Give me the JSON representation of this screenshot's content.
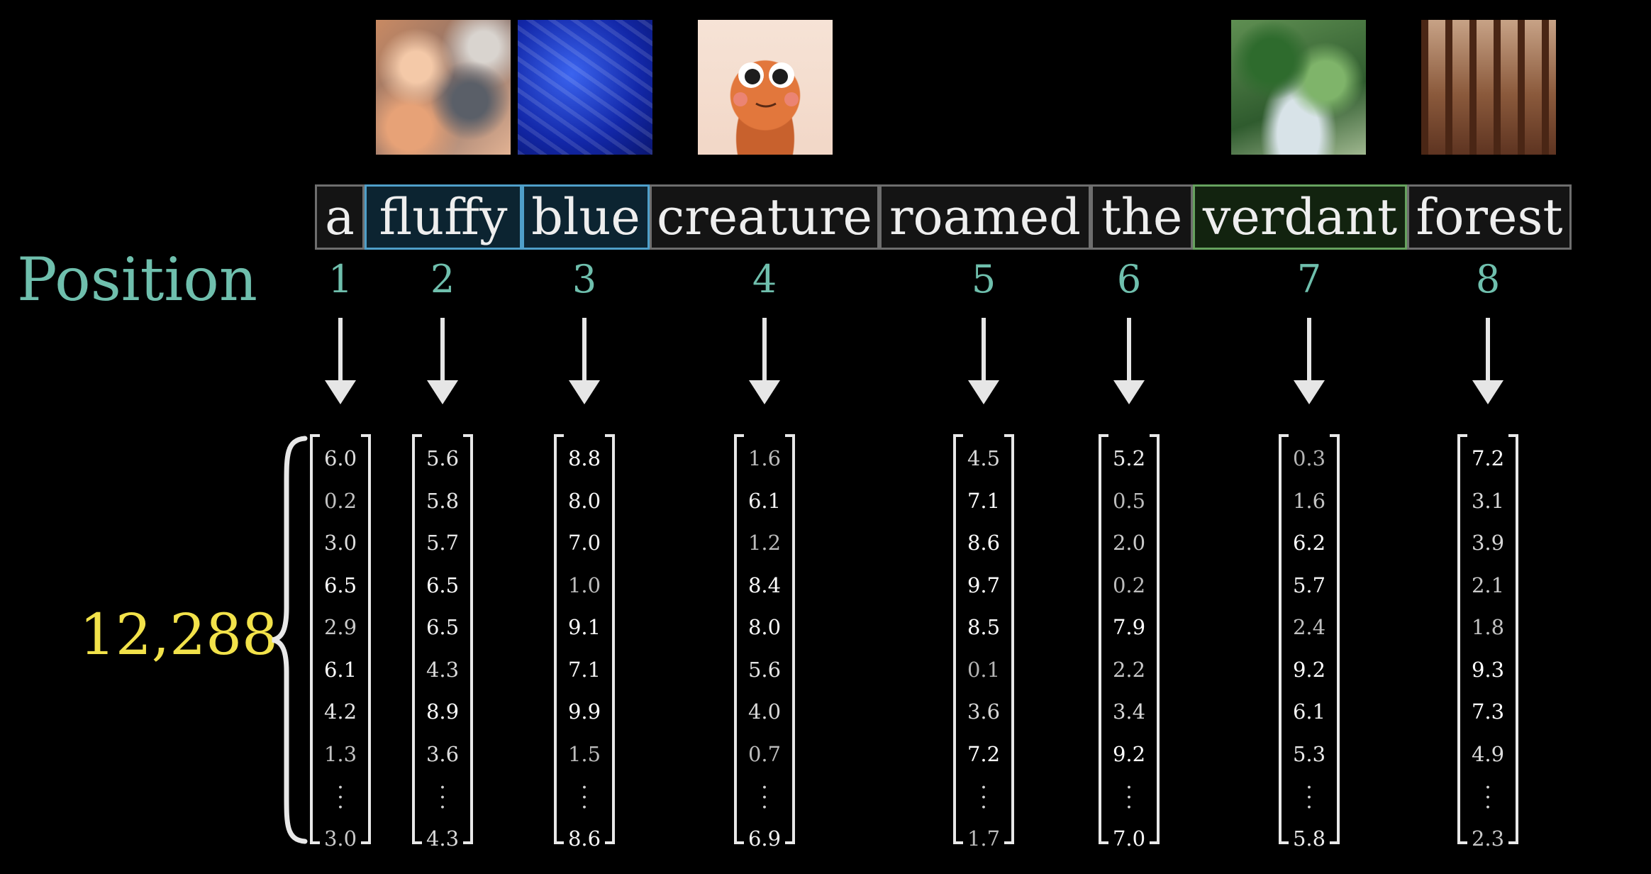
{
  "position_label": "Position",
  "dimension_label": "12,288",
  "colors": {
    "teal": "#6fbfad",
    "yellow": "#f2e24a",
    "blue_token": "#4f9fc9",
    "green_token": "#66a25e"
  },
  "images": [
    {
      "name": "fluffy-texture-image",
      "style": "fluffy"
    },
    {
      "name": "blue-texture-image",
      "style": "blue"
    },
    {
      "name": "creature-image",
      "style": "creature"
    },
    {
      "name": "verdant-forest-image",
      "style": "verdant"
    },
    {
      "name": "forest-image",
      "style": "forest"
    }
  ],
  "tokens": [
    {
      "word": "a",
      "position": "1",
      "style": "plain",
      "vector": [
        "6.0",
        "0.2",
        "3.0",
        "6.5",
        "2.9",
        "6.1",
        "4.2",
        "1.3",
        "3.0"
      ],
      "bright": [
        0.75,
        0.55,
        0.75,
        1,
        0.6,
        1,
        0.8,
        0.55,
        0.6
      ]
    },
    {
      "word": "fluffy",
      "position": "2",
      "style": "blue",
      "vector": [
        "5.6",
        "5.8",
        "5.7",
        "6.5",
        "6.5",
        "4.3",
        "8.9",
        "3.6",
        "4.3"
      ],
      "bright": [
        0.8,
        0.8,
        0.8,
        1,
        0.9,
        0.7,
        1,
        0.75,
        0.7
      ]
    },
    {
      "word": "blue",
      "position": "3",
      "style": "blue",
      "vector": [
        "8.8",
        "8.0",
        "7.0",
        "1.0",
        "9.1",
        "7.1",
        "9.9",
        "1.5",
        "8.6"
      ],
      "bright": [
        1,
        0.95,
        0.9,
        0.5,
        1,
        0.9,
        1,
        0.5,
        0.95
      ]
    },
    {
      "word": "creature",
      "position": "4",
      "style": "plain",
      "vector": [
        "1.6",
        "6.1",
        "1.2",
        "8.4",
        "8.0",
        "5.6",
        "4.0",
        "0.7",
        "6.9"
      ],
      "bright": [
        0.5,
        0.9,
        0.5,
        1,
        0.95,
        0.8,
        0.7,
        0.5,
        0.9
      ]
    },
    {
      "word": "roamed",
      "position": "5",
      "style": "plain",
      "vector": [
        "4.5",
        "7.1",
        "8.6",
        "9.7",
        "8.5",
        "0.1",
        "3.6",
        "7.2",
        "1.7"
      ],
      "bright": [
        0.7,
        1,
        1,
        1,
        1,
        0.45,
        0.7,
        1,
        0.5
      ]
    },
    {
      "word": "the",
      "position": "6",
      "style": "plain",
      "vector": [
        "5.2",
        "0.5",
        "2.0",
        "0.2",
        "7.9",
        "2.2",
        "3.4",
        "9.2",
        "7.0"
      ],
      "bright": [
        0.85,
        0.5,
        0.6,
        0.5,
        1,
        0.6,
        0.7,
        1,
        0.95
      ]
    },
    {
      "word": "verdant",
      "position": "7",
      "style": "green",
      "vector": [
        "0.3",
        "1.6",
        "6.2",
        "5.7",
        "2.4",
        "9.2",
        "6.1",
        "5.3",
        "5.8"
      ],
      "bright": [
        0.45,
        0.55,
        1,
        0.9,
        0.55,
        1,
        0.9,
        0.85,
        0.85
      ]
    },
    {
      "word": "forest",
      "position": "8",
      "style": "plain",
      "vector": [
        "7.2",
        "3.1",
        "3.9",
        "2.1",
        "1.8",
        "9.3",
        "7.3",
        "4.9",
        "2.3"
      ],
      "bright": [
        1,
        0.7,
        0.7,
        0.6,
        0.55,
        1,
        1,
        0.75,
        0.6
      ]
    }
  ]
}
